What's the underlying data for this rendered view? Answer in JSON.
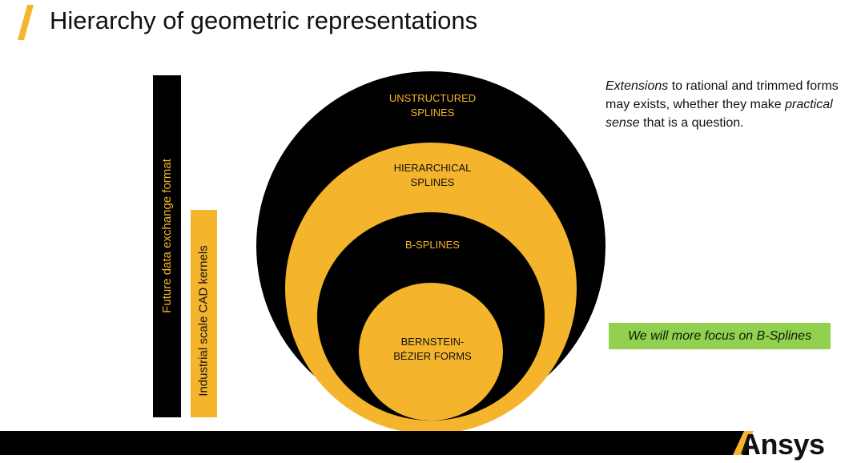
{
  "title": "Hierarchy of geometric representations",
  "colors": {
    "accent": "#f4b52d",
    "dark": "#000000",
    "green": "#92d050"
  },
  "bars": {
    "future": "Future data exchange format",
    "industrial": "Industrial scale CAD kernels"
  },
  "circles": {
    "unstructured": "UNSTRUCTURED\nSPLINES",
    "hierarchical": "HIERARCHICAL\nSPLINES",
    "bsplines": "B-SPLINES",
    "bernstein": "BERNSTEIN-\nBÉZIER FORMS"
  },
  "note": {
    "part1_italic": "Extensions",
    "part2": " to rational and trimmed forms may exists, whether they make ",
    "part3_italic": "practical sense",
    "part4": " that is a question."
  },
  "focus": "We will more focus on B-Splines",
  "logo": {
    "text": "Ansys",
    "icon": "ansys-slash-icon"
  }
}
